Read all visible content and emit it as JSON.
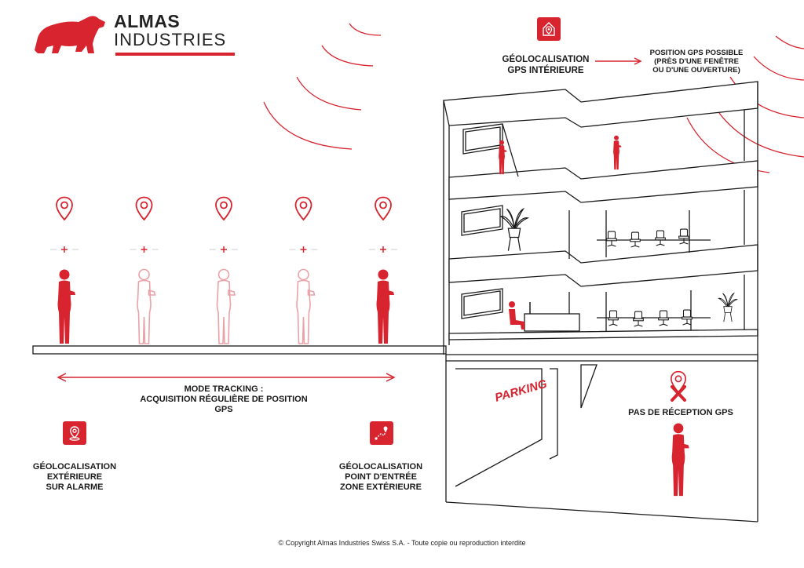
{
  "logo": {
    "title": "ALMAS",
    "subtitle": "INDUSTRIES",
    "icon": "bear-icon"
  },
  "labels": {
    "indoor_title": [
      "GÉOLOCALISATION",
      "GPS INTÉRIEURE"
    ],
    "indoor_note": [
      "POSITION GPS POSSIBLE",
      "(PRÈS D'UNE FENÊTRE",
      "OU D'UNE OUVERTURE)"
    ],
    "tracking": [
      "MODE TRACKING :",
      "ACQUISITION RÉGULIÈRE DE POSITION",
      "GPS"
    ],
    "outdoor_alarm": [
      "GÉOLOCALISATION",
      "EXTÉRIEURE",
      "SUR ALARME"
    ],
    "entry_point": [
      "GÉOLOCALISATION",
      "POINT D'ENTRÉE",
      "ZONE EXTÉRIEURE"
    ],
    "no_gps": "PAS DE RÉCEPTION GPS",
    "parking": "PARKING"
  },
  "footer": {
    "copyright": "© Copyright Almas Industries Swiss S.A. - Toute copie ou reproduction interdite"
  },
  "colors": {
    "accent": "#d7242f",
    "line": "#1a1a1a",
    "ghost": "#e9a2a8"
  },
  "tracking_people": [
    {
      "state": "active"
    },
    {
      "state": "ghost"
    },
    {
      "state": "ghost"
    },
    {
      "state": "ghost"
    },
    {
      "state": "active"
    }
  ],
  "icons": [
    "bear-icon",
    "location-pin-icon",
    "home-location-icon",
    "route-location-icon",
    "cross-icon",
    "arrow-icon",
    "signal-wave-icon",
    "person-icon",
    "plant-icon",
    "office-chair-icon",
    "computer-icon"
  ]
}
